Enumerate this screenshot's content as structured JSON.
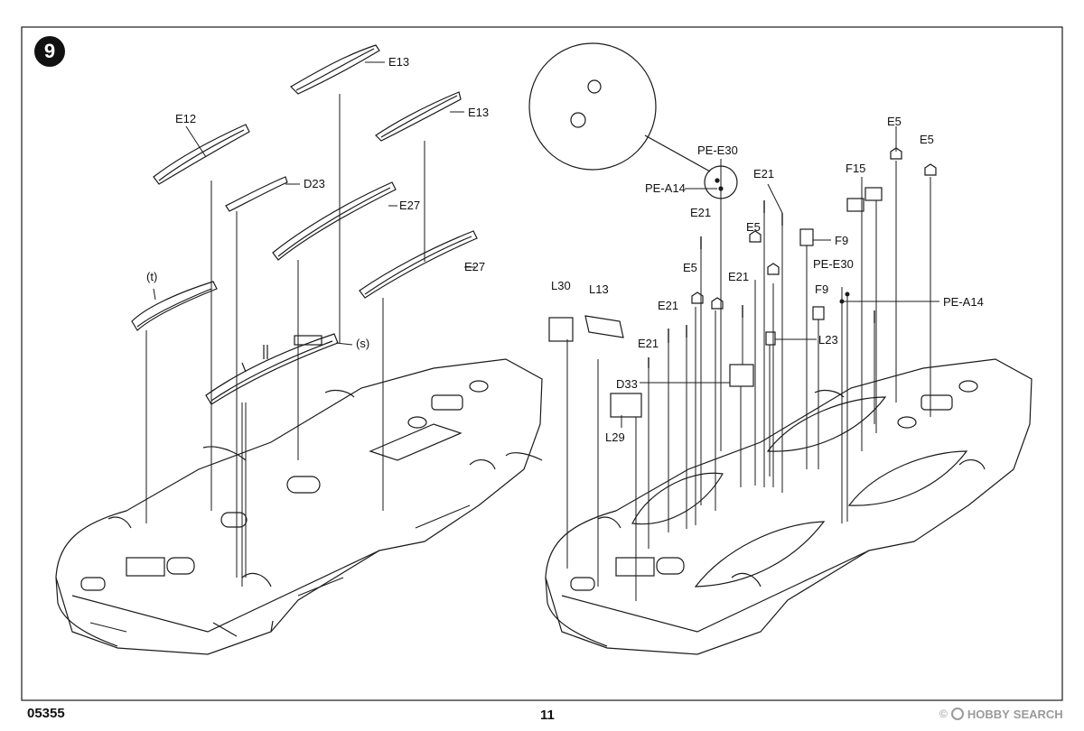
{
  "step": {
    "number": "9"
  },
  "footer": {
    "code": "05355",
    "page": "11"
  },
  "watermark": {
    "copyright": "©",
    "brand_a": "HOBBY",
    "brand_b": "SEARCH"
  },
  "labels": {
    "e13_a": "E13",
    "e13_b": "E13",
    "e12": "E12",
    "d23": "D23",
    "e27_a": "E27",
    "e27_b": "E27",
    "t": "(t)",
    "s": "(s)",
    "pe_e30_a": "PE-E30",
    "pe_a14_a": "PE-A14",
    "e21_a": "E21",
    "e21_b": "E21",
    "e5_a": "E5",
    "e5_b": "E5",
    "f15": "F15",
    "e5_c": "E5",
    "e5_d": "E5",
    "f9_a": "F9",
    "e21_c": "E21",
    "pe_e30_b": "PE-E30",
    "l30": "L30",
    "l13": "L13",
    "e21_d": "E21",
    "e21_e": "E21",
    "f9_b": "F9",
    "pe_a14_b": "PE-A14",
    "l23": "L23",
    "d33": "D33",
    "l29": "L29"
  },
  "colors": {
    "line": "#1a1a1a",
    "badge": "#111111",
    "watermark": "#9a9a9a",
    "background": "#ffffff"
  }
}
